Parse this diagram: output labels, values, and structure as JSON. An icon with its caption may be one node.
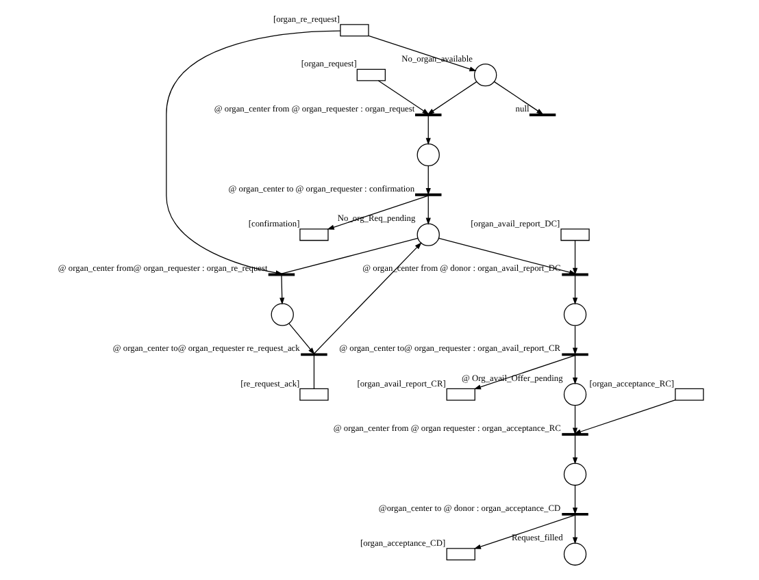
{
  "diagram": {
    "nodes": [
      {
        "text": [],
        "shape": "circle",
        "beside": [
          "No_organ_available"
        ]
      },
      {
        "text": [],
        "shape": "box",
        "beside": [
          "[organ_request]"
        ]
      },
      {
        "text": [],
        "shape": "bar",
        "beside": [
          "@ organ_center from @ organ_requester : organ_request"
        ]
      },
      {
        "text": [],
        "shape": "circle"
      },
      {
        "text": [],
        "shape": "bar",
        "beside": [
          "@ organ_center to @ organ_requester : confirmation"
        ]
      },
      {
        "text": [],
        "shape": "box",
        "beside": [
          "[confirmation]"
        ]
      },
      {
        "text": [],
        "shape": "circle",
        "beside": [
          "No_org_Req_pending"
        ]
      },
      {
        "text": [],
        "shape": "bar",
        "beside": [
          "null"
        ]
      },
      {
        "text": [],
        "shape": "box",
        "beside": [
          "[organ_re_request]"
        ]
      },
      {
        "text": [],
        "shape": "bar",
        "beside": [
          "@ organ_center from@ organ_requester : organ_re_request"
        ]
      },
      {
        "text": [],
        "shape": "circle"
      },
      {
        "text": [],
        "shape": "bar",
        "beside": [
          "@ organ_center to@ organ_requester re_request_ack"
        ]
      },
      {
        "text": [],
        "shape": "box",
        "beside": [
          "[re_request_ack]"
        ]
      },
      {
        "text": [],
        "shape": "box",
        "beside": [
          "[organ_avail_report_DC]"
        ]
      },
      {
        "text": [],
        "shape": "bar",
        "beside": [
          "@ organ_center from @ donor : organ_avail_report_DC"
        ]
      },
      {
        "text": [],
        "shape": "circle"
      },
      {
        "text": [],
        "shape": "bar",
        "beside": [
          "@ organ_center to@ organ_requester : organ_avail_report_CR"
        ]
      },
      {
        "text": [],
        "shape": "box",
        "beside": [
          "[organ_avail_report_CR]"
        ]
      },
      {
        "text": [],
        "shape": "circle",
        "beside": [
          "@ Org_avail_Offer_pending"
        ]
      },
      {
        "text": [],
        "shape": "box",
        "beside": [
          "[organ_acceptance_RC]"
        ]
      },
      {
        "text": [],
        "shape": "bar",
        "beside": [
          "@ organ_center from @ organ requester : organ_acceptance_RC"
        ]
      },
      {
        "text": [],
        "shape": "circle"
      },
      {
        "text": [],
        "shape": "bar",
        "beside": [
          "@organ_center to @ donor : organ_acceptance_CD"
        ]
      },
      {
        "text": [],
        "shape": "box",
        "beside": [
          "[organ_acceptance_CD]"
        ]
      },
      {
        "text": [],
        "shape": "circle",
        "beside": [
          "Request_filled"
        ]
      }
    ],
    "edges": [
      {
        "from": 0,
        "to": 2,
        "arrow": "to"
      },
      {
        "from": 1,
        "to": 2,
        "arrow": "to"
      },
      {
        "from": 2,
        "to": 3,
        "arrow": "to"
      },
      {
        "from": 3,
        "to": 4,
        "arrow": "to"
      },
      {
        "from": 4,
        "to": 6,
        "arrow": "to"
      },
      {
        "from": 4,
        "to": 5,
        "arrow": "to"
      },
      {
        "from": 0,
        "to": 7,
        "arrow": "to"
      },
      {
        "from": 8,
        "to": 0,
        "arrow": "to"
      },
      {
        "from": 8,
        "to": 9,
        "arrow": "to"
      },
      {
        "from": 6,
        "to": 9,
        "arrow": "none"
      },
      {
        "from": 9,
        "to": 10,
        "arrow": "to"
      },
      {
        "from": 10,
        "to": 11,
        "arrow": "to"
      },
      {
        "from": 11,
        "to": 6,
        "arrow": "to"
      },
      {
        "from": 11,
        "to": 12,
        "arrow": "none"
      },
      {
        "from": 6,
        "to": 14,
        "arrow": "to"
      },
      {
        "from": 13,
        "to": 14,
        "arrow": "to"
      },
      {
        "from": 14,
        "to": 15,
        "arrow": "to"
      },
      {
        "from": 15,
        "to": 16,
        "arrow": "to"
      },
      {
        "from": 16,
        "to": 18,
        "arrow": "to"
      },
      {
        "from": 16,
        "to": 17,
        "arrow": "to"
      },
      {
        "from": 18,
        "to": 20,
        "arrow": "to"
      },
      {
        "from": 19,
        "to": 20,
        "arrow": "to"
      },
      {
        "from": 20,
        "to": 21,
        "arrow": "to"
      },
      {
        "from": 21,
        "to": 22,
        "arrow": "to"
      },
      {
        "from": 22,
        "to": 24,
        "arrow": "to"
      },
      {
        "from": 22,
        "to": 23,
        "arrow": "to"
      }
    ]
  }
}
